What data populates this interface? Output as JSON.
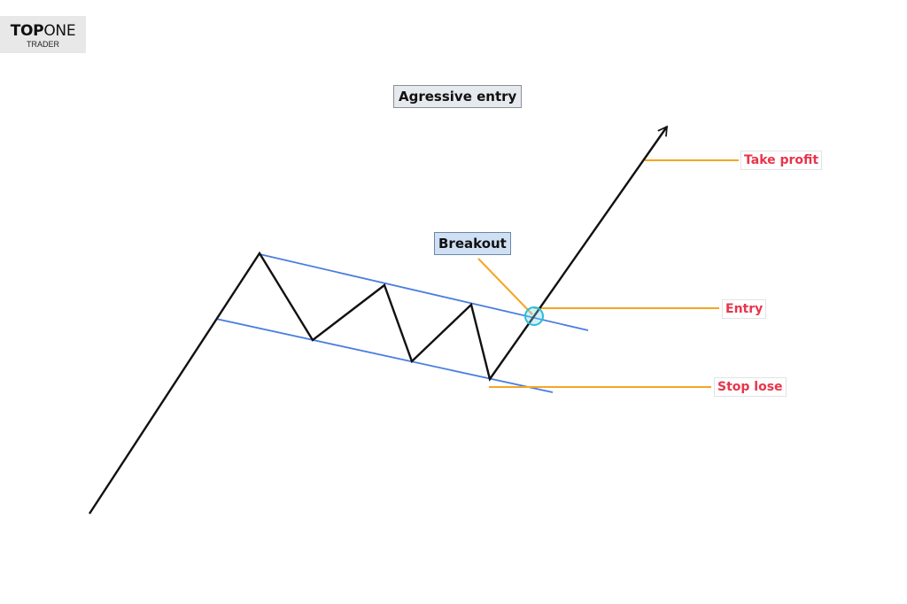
{
  "logo": {
    "brand_bold": "TOP",
    "brand_light": "ONE",
    "sub": "TRADER"
  },
  "title": "Agressive entry",
  "breakout_label": "Breakout",
  "levels": {
    "take_profit": "Take profit",
    "entry": "Entry",
    "stop_loss": "Stop lose"
  },
  "colors": {
    "price_line": "#111111",
    "channel_line": "#4a7de0",
    "level_line": "#f5a623",
    "label_text": "#e8354b",
    "breakout_marker": "#2bbcd6"
  }
}
